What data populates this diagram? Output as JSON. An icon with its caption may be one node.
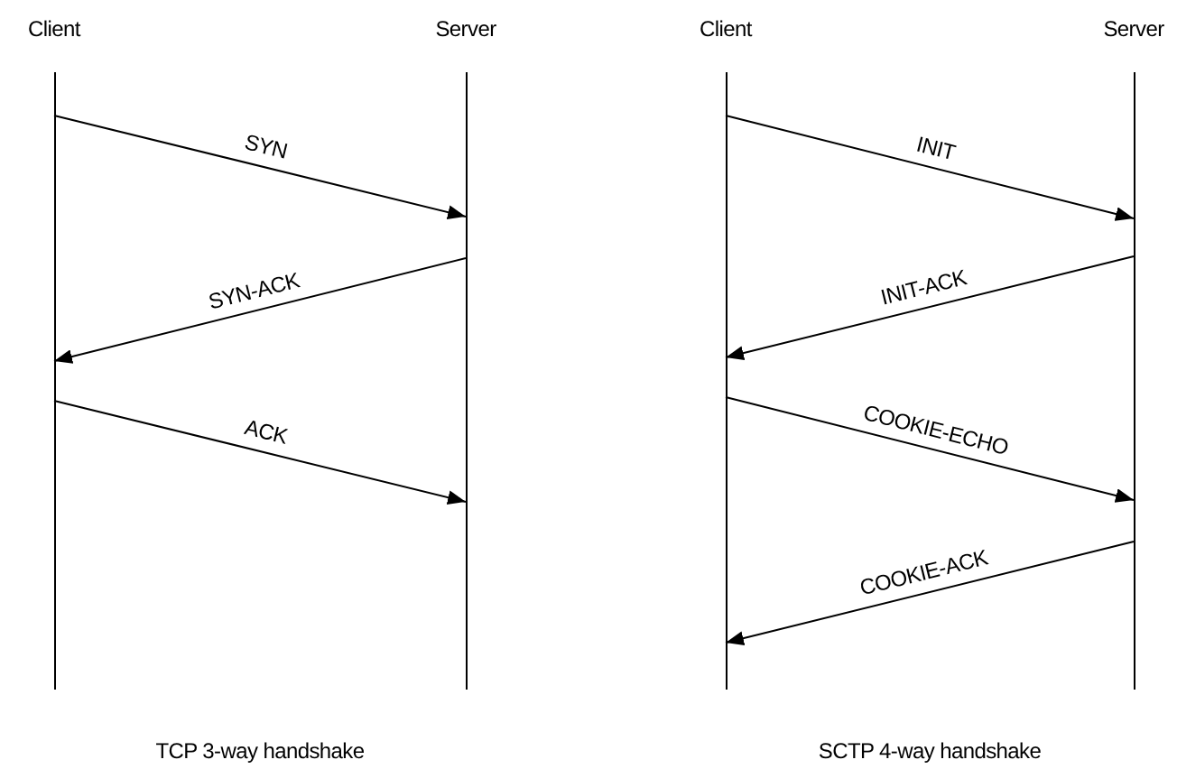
{
  "diagram": {
    "nodes": [
      {
        "text": [
          "Client"
        ]
      },
      {
        "text": [
          "Server"
        ]
      },
      {
        "text": [
          "Client"
        ]
      },
      {
        "text": [
          "Server"
        ]
      }
    ],
    "edges": [
      {
        "from": 0,
        "to": 1,
        "arrow": "to",
        "label": "SYN"
      },
      {
        "from": 1,
        "to": 0,
        "arrow": "to",
        "label": "SYN-ACK"
      },
      {
        "from": 0,
        "to": 1,
        "arrow": "to",
        "label": "ACK"
      },
      {
        "from": 2,
        "to": 3,
        "arrow": "to",
        "label": "INIT"
      },
      {
        "from": 3,
        "to": 2,
        "arrow": "to",
        "label": "INIT-ACK"
      },
      {
        "from": 2,
        "to": 3,
        "arrow": "to",
        "label": "COOKIE-ECHO"
      },
      {
        "from": 3,
        "to": 2,
        "arrow": "to",
        "label": "COOKIE-ACK"
      }
    ],
    "labels": [
      "TCP 3-way handshake",
      "SCTP 4-way handshake"
    ]
  }
}
